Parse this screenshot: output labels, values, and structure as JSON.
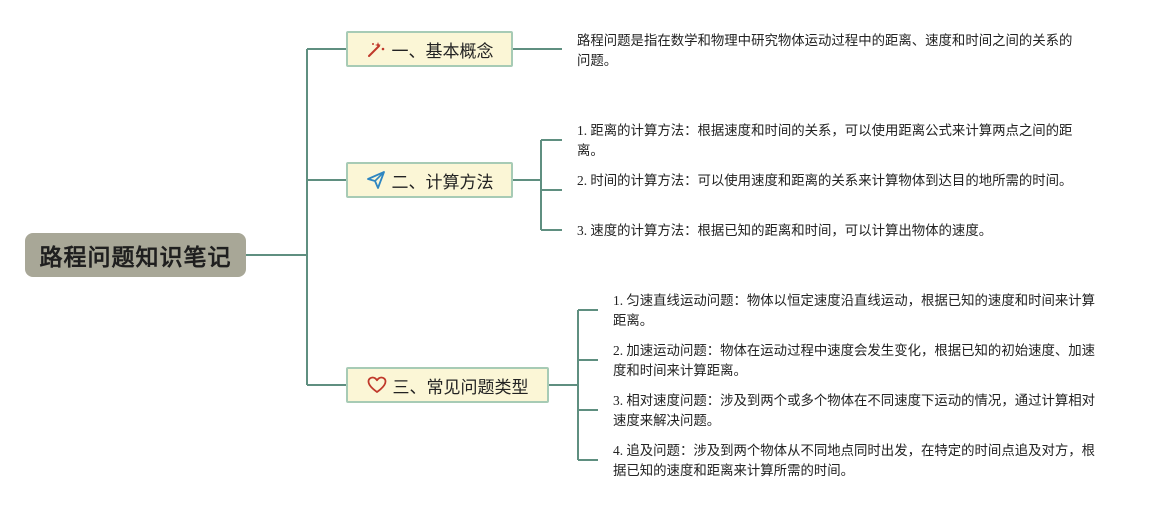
{
  "root": {
    "title": "路程问题知识笔记"
  },
  "branches": [
    {
      "icon": "magic-wand-icon",
      "label": "一、基本概念",
      "items": [
        "路程问题是指在数学和物理中研究物体运动过程中的距离、速度和时间之间的关系的问题。"
      ]
    },
    {
      "icon": "paper-plane-icon",
      "label": "二、计算方法",
      "items": [
        "1. 距离的计算方法：根据速度和时间的关系，可以使用距离公式来计算两点之间的距离。",
        "2. 时间的计算方法：可以使用速度和距离的关系来计算物体到达目的地所需的时间。",
        "3. 速度的计算方法：根据已知的距离和时间，可以计算出物体的速度。"
      ]
    },
    {
      "icon": "heart-icon",
      "label": "三、常见问题类型",
      "items": [
        "1. 匀速直线运动问题：物体以恒定速度沿直线运动，根据已知的速度和时间来计算距离。",
        "2. 加速运动问题：物体在运动过程中速度会发生变化，根据已知的初始速度、加速度和时间来计算距离。",
        "3. 相对速度问题：涉及到两个或多个物体在不同速度下运动的情况，通过计算相对速度来解决问题。",
        "4. 追及问题：涉及到两个物体从不同地点同时出发，在特定的时间点追及对方，根据已知的速度和距离来计算所需的时间。"
      ]
    }
  ],
  "colors": {
    "connector": "#5f8f80",
    "root_bg": "#a8a797",
    "branch_bg": "#fbf6d6",
    "branch_border": "#a7cbb5"
  }
}
